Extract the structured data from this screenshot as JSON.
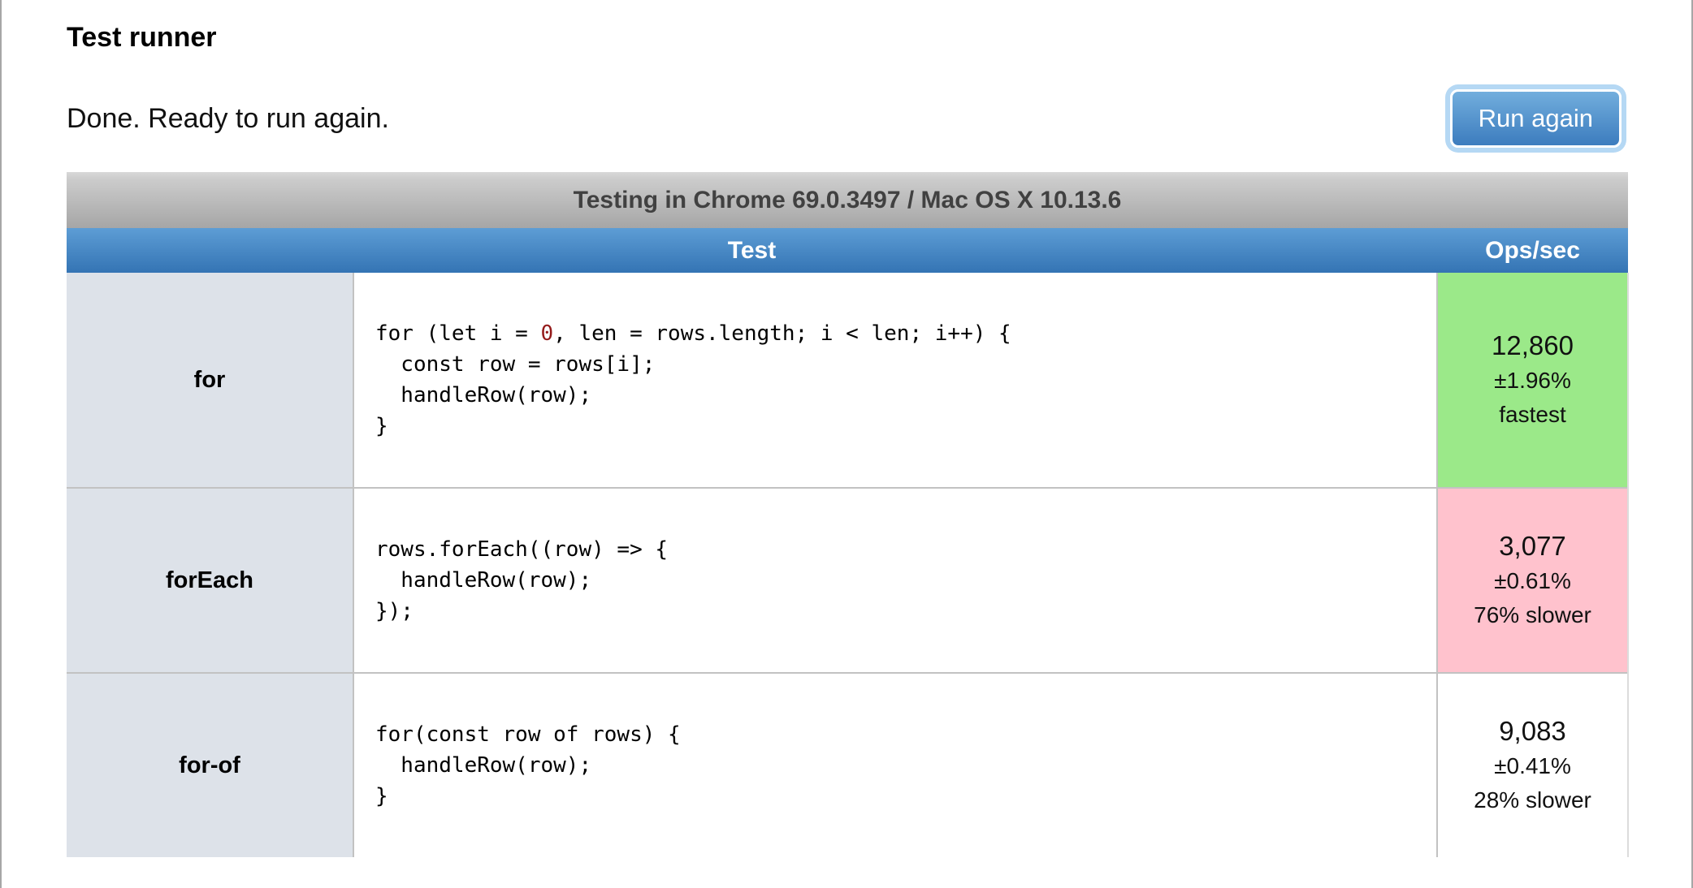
{
  "header": {
    "title": "Test runner",
    "status": "Done. Ready to run again.",
    "run_button_label": "Run again"
  },
  "table": {
    "caption": "Testing in Chrome 69.0.3497 / Mac OS X 10.13.6",
    "columns": {
      "test": "Test",
      "ops": "Ops/sec"
    },
    "rows": [
      {
        "name": "for",
        "code": "for (let i = 0, len = rows.length; i < len; i++) {\n  const row = rows[i];\n  handleRow(row);\n}",
        "ops": "12,860",
        "margin": "±1.96%",
        "label": "fastest",
        "highlight": "fastest"
      },
      {
        "name": "forEach",
        "code": "rows.forEach((row) => {\n  handleRow(row);\n});",
        "ops": "3,077",
        "margin": "±0.61%",
        "label": "76% slower",
        "highlight": "slowest"
      },
      {
        "name": "for-of",
        "code": "for(const row of rows) {\n  handleRow(row);\n}",
        "ops": "9,083",
        "margin": "±0.41%",
        "label": "28% slower",
        "highlight": "none"
      }
    ]
  },
  "colors": {
    "header_blue_top": "#5d9dd5",
    "header_blue_bottom": "#3474b4",
    "button_blue_top": "#72aedd",
    "button_blue_bottom": "#3c7cbe",
    "focus_ring": "#b5d8f4",
    "fastest_green": "#9be989",
    "slowest_pink": "#ffc2cd",
    "label_cell_bg": "#dde2e9",
    "number_token": "#941a1a"
  }
}
